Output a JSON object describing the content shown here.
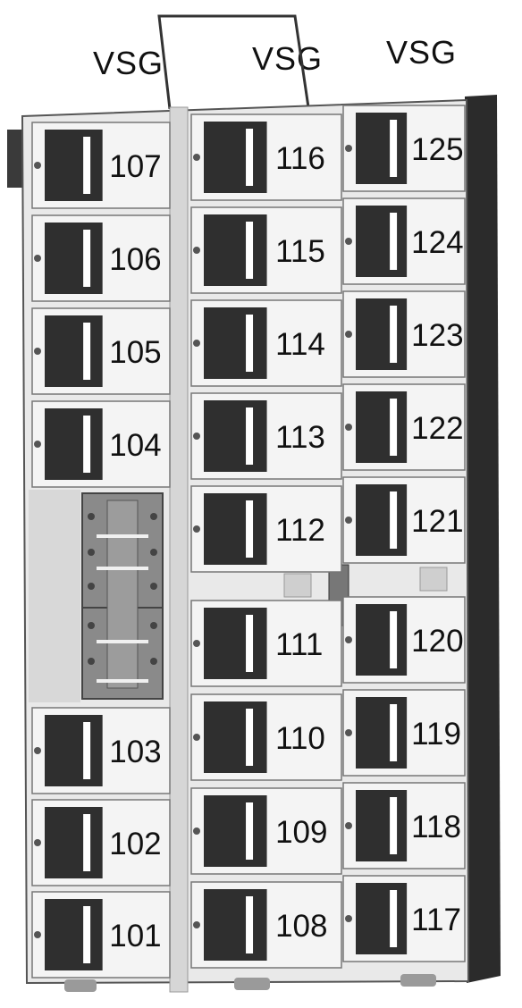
{
  "top_labels": [
    "VSG",
    "VSG",
    "VSG"
  ],
  "columns": {
    "left_upper": [
      "107",
      "106",
      "105",
      "104"
    ],
    "left_lower": [
      "103",
      "102",
      "101"
    ],
    "middle_upper": [
      "116",
      "115",
      "114",
      "113",
      "112"
    ],
    "middle_lower": [
      "111",
      "110",
      "109",
      "108"
    ],
    "right_upper": [
      "125",
      "124",
      "123",
      "122",
      "121"
    ],
    "right_lower": [
      "120",
      "119",
      "118",
      "117"
    ]
  },
  "colors": {
    "panel": "#e9e9e9",
    "module_face": "#f4f4f4",
    "module_dark": "#2f2f2f",
    "frame_dark": "#2b2b2b",
    "terminal_block": "#8a8a8a"
  }
}
